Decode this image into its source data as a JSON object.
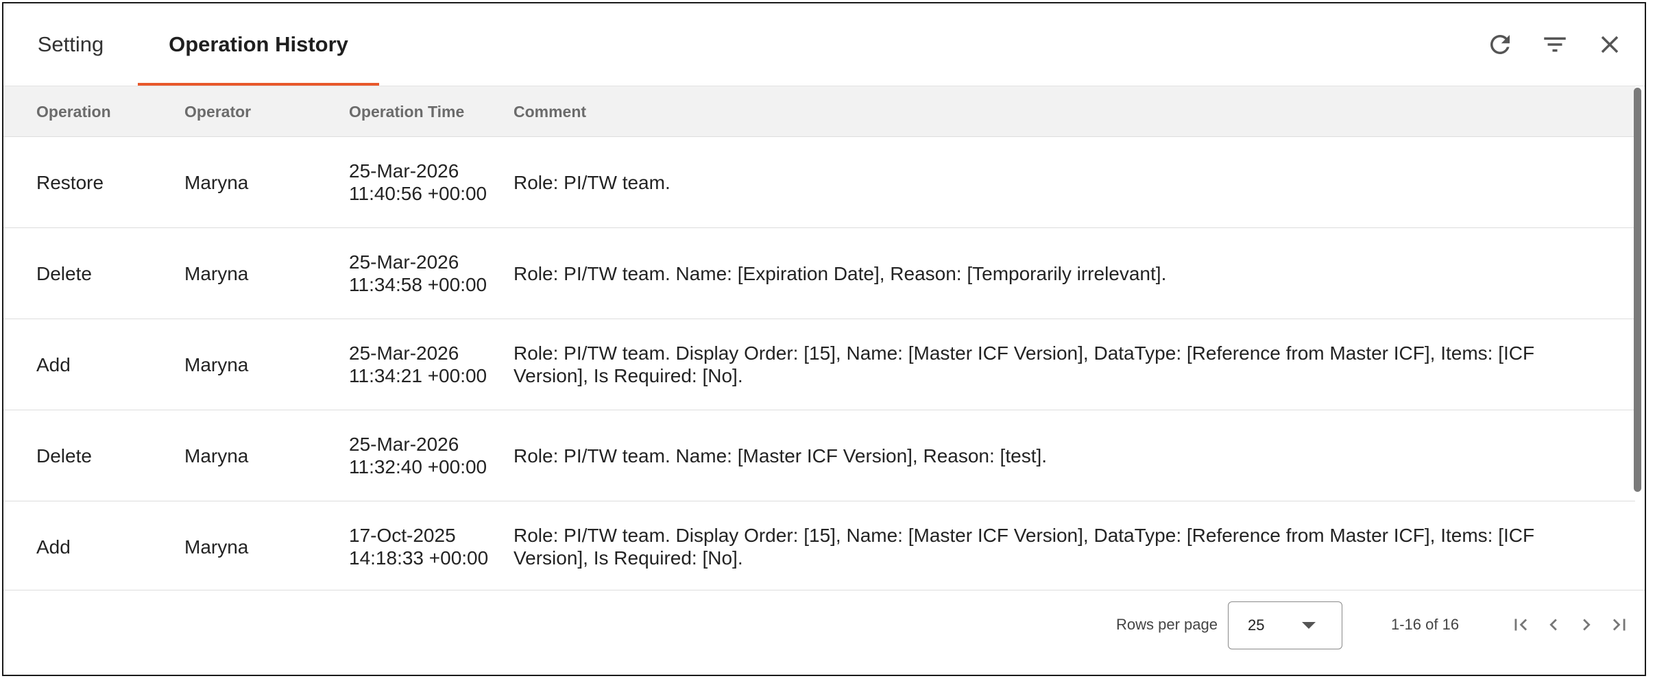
{
  "colors": {
    "accent": "#e8582b",
    "header_bg": "#f2f2f2",
    "icon": "#555555"
  },
  "tabs": [
    {
      "label": "Setting",
      "active": false
    },
    {
      "label": "Operation History",
      "active": true
    }
  ],
  "header_actions": {
    "refresh_icon": "refresh-icon",
    "filter_icon": "filter-icon",
    "close_icon": "close-icon"
  },
  "table": {
    "columns": [
      "Operation",
      "Operator",
      "Operation Time",
      "Comment"
    ],
    "rows": [
      {
        "operation": "Restore",
        "operator": "Maryna",
        "time": "25-Mar-2026 11:40:56 +00:00",
        "comment": "Role: PI/TW team."
      },
      {
        "operation": "Delete",
        "operator": "Maryna",
        "time": "25-Mar-2026 11:34:58 +00:00",
        "comment": "Role: PI/TW team. Name: [Expiration Date], Reason: [Temporarily irrelevant]."
      },
      {
        "operation": "Add",
        "operator": "Maryna",
        "time": "25-Mar-2026 11:34:21 +00:00",
        "comment": "Role: PI/TW team. Display Order: [15], Name: [Master ICF Version], DataType: [Reference from Master ICF], Items: [ICF Version], Is Required: [No]."
      },
      {
        "operation": "Delete",
        "operator": "Maryna",
        "time": "25-Mar-2026 11:32:40 +00:00",
        "comment": "Role: PI/TW team. Name: [Master ICF Version], Reason: [test]."
      },
      {
        "operation": "Add",
        "operator": "Maryna",
        "time": "17-Oct-2025 14:18:33 +00:00",
        "comment": "Role: PI/TW team. Display Order: [15], Name: [Master ICF Version], DataType: [Reference from Master ICF], Items: [ICF Version], Is Required: [No]."
      }
    ]
  },
  "pagination": {
    "rows_per_page_label": "Rows per page",
    "rows_per_page_value": "25",
    "range_text": "1-16 of 16",
    "first_icon": "first-page-icon",
    "prev_icon": "chevron-left-icon",
    "next_icon": "chevron-right-icon",
    "last_icon": "last-page-icon"
  }
}
